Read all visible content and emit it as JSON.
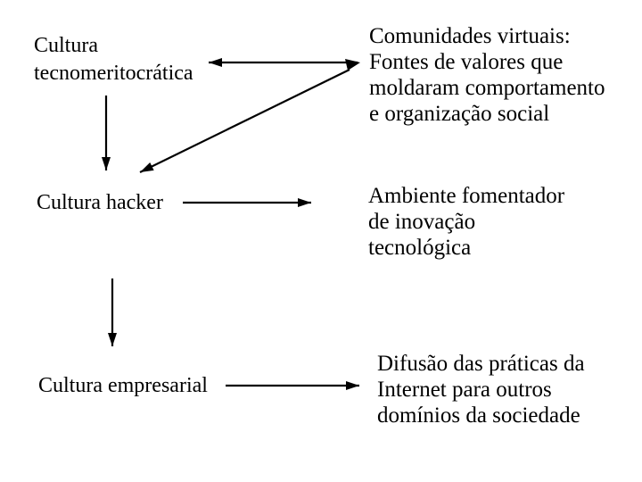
{
  "diagram": {
    "nodes": [
      {
        "id": "cultura-tecnomeritocratica",
        "column": "left",
        "label": "Cultura\ntecnomeritocrática"
      },
      {
        "id": "comunidades-virtuais",
        "column": "right",
        "label": "Comunidades virtuais:\nFontes de valores que\nmoldaram comportamento\ne organização social"
      },
      {
        "id": "cultura-hacker",
        "column": "left",
        "label": "Cultura hacker"
      },
      {
        "id": "ambiente-fomentador",
        "column": "right",
        "label": "Ambiente fomentador\nde inovação\ntecnológica"
      },
      {
        "id": "cultura-empresarial",
        "column": "left",
        "label": "Cultura empresarial"
      },
      {
        "id": "difusao-praticas",
        "column": "right",
        "label": "Difusão das práticas da\nInternet para outros\ndomínios da sociedade"
      }
    ],
    "arrows": [
      {
        "id": "comunidades-to-tecnomeritocratica",
        "direction": "left"
      },
      {
        "id": "comunidades-hacker-diagonal",
        "direction": "both"
      },
      {
        "id": "tecnomeritocratica-to-hacker",
        "direction": "down"
      },
      {
        "id": "hacker-to-ambiente",
        "direction": "right"
      },
      {
        "id": "hacker-to-empresarial",
        "direction": "down"
      },
      {
        "id": "empresarial-to-difusao",
        "direction": "right"
      }
    ],
    "colors": {
      "text": "#000000",
      "arrows": "#000000",
      "background": "#ffffff"
    }
  }
}
